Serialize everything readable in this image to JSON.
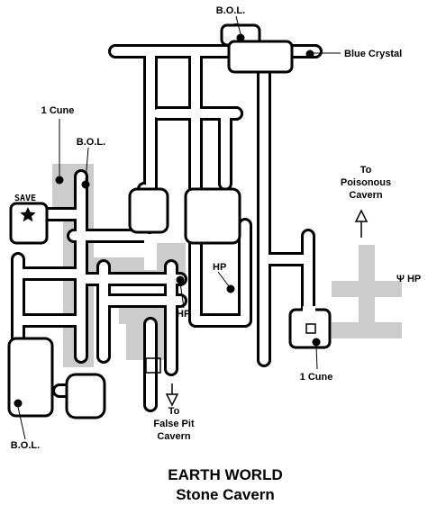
{
  "title": {
    "line1": "EARTH WORLD",
    "line2": "Stone Cavern"
  },
  "labels": {
    "bol_top": "B.O.L.",
    "blue_crystal": "Blue Crystal",
    "cune_1": "1 Cune",
    "bol_left": "B.O.L.",
    "save": "SAVE",
    "to_poisonous_1": "To",
    "to_poisonous_2": "Poisonous",
    "to_poisonous_3": "Cavern",
    "psi_hp": "Ψ HP",
    "hp_upper": "HP",
    "hp_lower": "HP",
    "cune_2": "1 Cune",
    "to_false_1": "To",
    "to_false_2": "False Pit",
    "to_false_3": "Cavern",
    "bol_bottom": "B.O.L."
  },
  "colors": {
    "wall": "#000000",
    "floor": "#ffffff",
    "shade": "#cccccc"
  },
  "icons": {
    "save_point": "star-icon",
    "exit_arrow": "arrow-icon",
    "item_marker": "dot-icon"
  }
}
